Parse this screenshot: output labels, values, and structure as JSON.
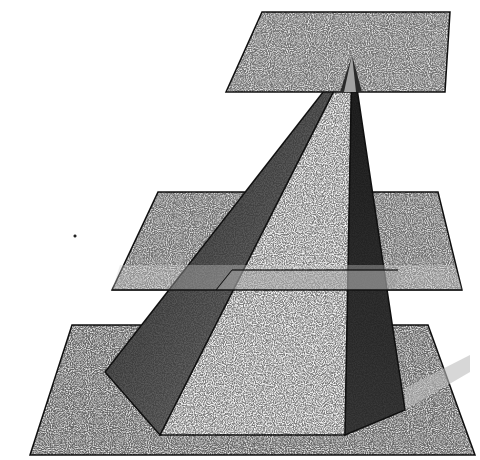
{
  "figure": {
    "subject": "pyramid-intersected-by-parallel-planes",
    "planes": [
      "top-plane",
      "middle-plane",
      "base-plane"
    ],
    "style": {
      "outline": "#111111",
      "plane_fill": "#d9d9d9",
      "face_light": "#f2f2f2",
      "face_mid": "#7a7a7a",
      "face_dark": "#2a2a2a",
      "speckle": "#1a1a1a"
    }
  }
}
